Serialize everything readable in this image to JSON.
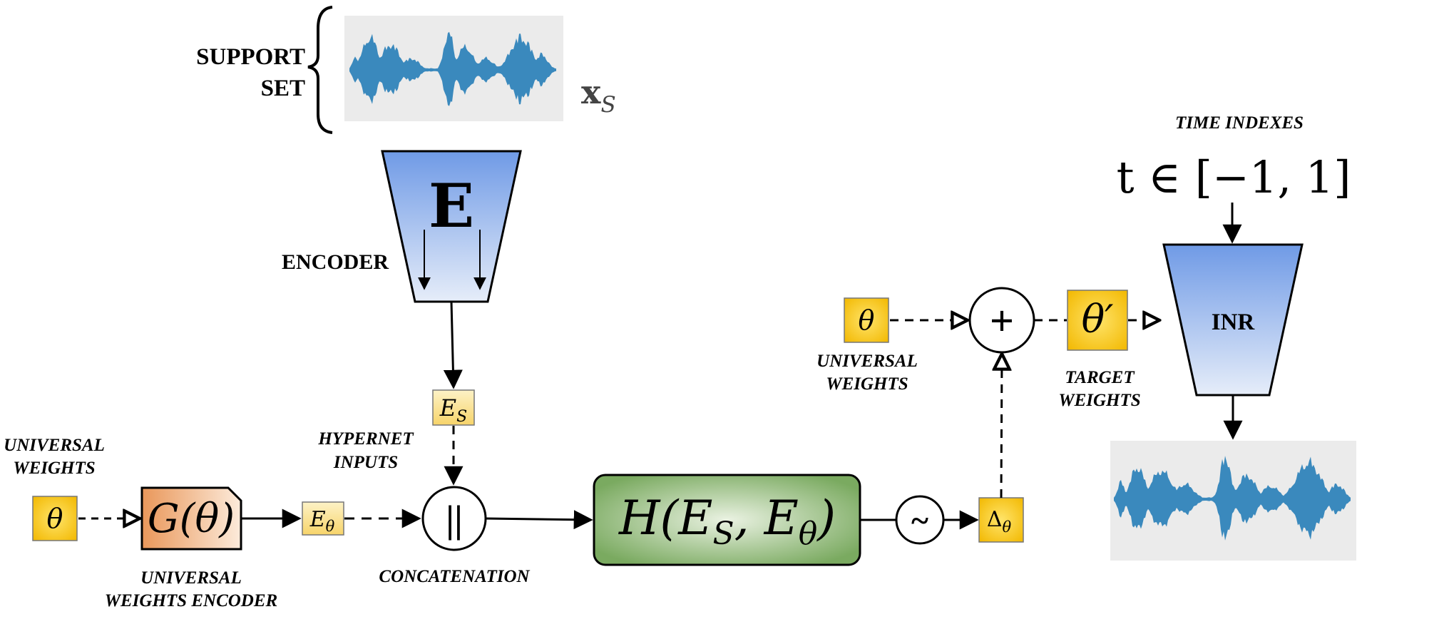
{
  "support_set": {
    "label_line1": "SUPPORT",
    "label_line2": "SET",
    "symbol_main": "x",
    "symbol_sub": "S"
  },
  "encoder": {
    "symbol": "E",
    "label": "ENCODER"
  },
  "encoder_output": {
    "main": "E",
    "sub": "S"
  },
  "hypernet_inputs": {
    "line1": "HYPERNET",
    "line2": "INPUTS"
  },
  "left_weights": {
    "line1": "UNIVERSAL",
    "line2": "WEIGHTS",
    "symbol": "θ"
  },
  "weights_encoder": {
    "main": "G(θ)",
    "label_line1": "UNIVERSAL",
    "label_line2": "WEIGHTS ENCODER"
  },
  "weights_embedding": {
    "main": "E",
    "sub": "θ"
  },
  "concatenation": {
    "symbol": "||",
    "label": "CONCATENATION"
  },
  "hypernetwork": {
    "h": "H(",
    "e1": "E",
    "s1": "S",
    "comma": ", ",
    "e2": "E",
    "s2": "θ",
    "close": ")"
  },
  "tanh": {
    "symbol": "~"
  },
  "delta": {
    "main": "Δ",
    "sub": "θ"
  },
  "right_weights": {
    "symbol": "θ",
    "line1": "UNIVERSAL",
    "line2": "WEIGHTS"
  },
  "adder": {
    "symbol": "+"
  },
  "target_weights": {
    "symbol": "θ′",
    "line1": "TARGET",
    "line2": "WEIGHTS"
  },
  "time_indexes": {
    "label": "TIME INDEXES",
    "formula": "t ∈ [−1, 1]"
  },
  "inr": {
    "label": "INR"
  },
  "colors": {
    "yellow": "#f7c600",
    "light_yellow": "#fbe9a2",
    "waveform": "#3a89bd",
    "wave_bg": "#ebebeb",
    "blue_top": "#6f9ae6",
    "blue_bottom": "#e6edf9",
    "green_center": "#e6f0dd",
    "green_edge": "#7aaa60",
    "orange_left": "#e9975a",
    "orange_right": "#fcebdb"
  }
}
